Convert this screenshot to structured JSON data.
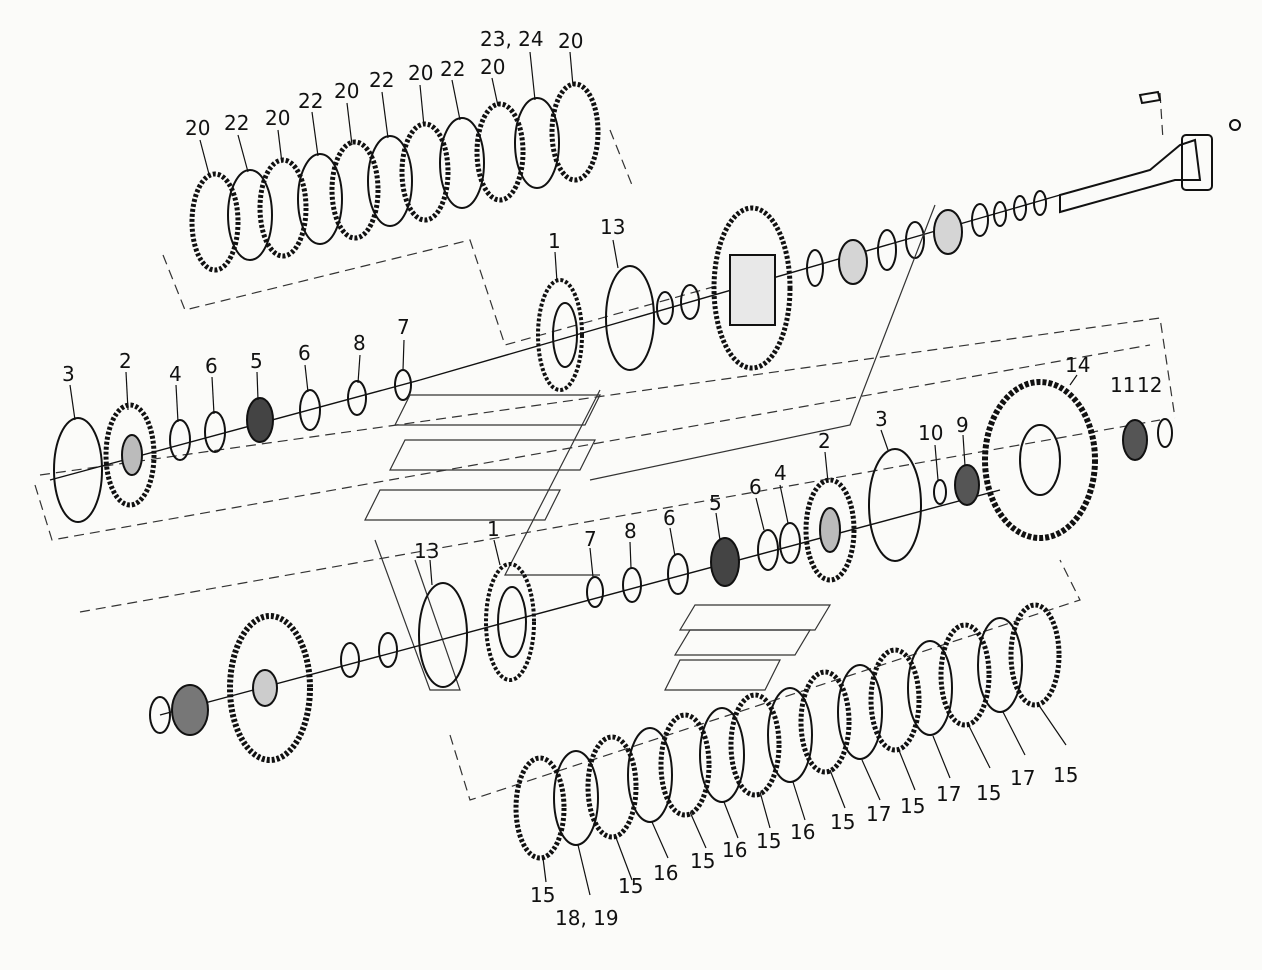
{
  "diagram": {
    "callouts": [
      {
        "id": "c20a",
        "text": "20"
      },
      {
        "id": "c22a",
        "text": "22"
      },
      {
        "id": "c20b",
        "text": "20"
      },
      {
        "id": "c22b",
        "text": "22"
      },
      {
        "id": "c20c",
        "text": "20"
      },
      {
        "id": "c22c",
        "text": "22"
      },
      {
        "id": "c20d",
        "text": "20"
      },
      {
        "id": "c22d",
        "text": "22"
      },
      {
        "id": "c20e",
        "text": "20"
      },
      {
        "id": "c2324",
        "text": "23, 24"
      },
      {
        "id": "c20f",
        "text": "20"
      },
      {
        "id": "u1",
        "text": "1"
      },
      {
        "id": "u13",
        "text": "13"
      },
      {
        "id": "u3",
        "text": "3"
      },
      {
        "id": "u2",
        "text": "2"
      },
      {
        "id": "u4",
        "text": "4"
      },
      {
        "id": "u6a",
        "text": "6"
      },
      {
        "id": "u5",
        "text": "5"
      },
      {
        "id": "u6b",
        "text": "6"
      },
      {
        "id": "u8",
        "text": "8"
      },
      {
        "id": "u7",
        "text": "7"
      },
      {
        "id": "l14",
        "text": "14"
      },
      {
        "id": "l11",
        "text": "11"
      },
      {
        "id": "l12",
        "text": "12"
      },
      {
        "id": "l3",
        "text": "3"
      },
      {
        "id": "l10",
        "text": "10"
      },
      {
        "id": "l9",
        "text": "9"
      },
      {
        "id": "l2",
        "text": "2"
      },
      {
        "id": "l6a",
        "text": "6"
      },
      {
        "id": "l4",
        "text": "4"
      },
      {
        "id": "l5",
        "text": "5"
      },
      {
        "id": "l6b",
        "text": "6"
      },
      {
        "id": "l8",
        "text": "8"
      },
      {
        "id": "l7",
        "text": "7"
      },
      {
        "id": "l1",
        "text": "1"
      },
      {
        "id": "l13",
        "text": "13"
      },
      {
        "id": "b15a",
        "text": "15"
      },
      {
        "id": "b1819",
        "text": "18, 19"
      },
      {
        "id": "b15b",
        "text": "15"
      },
      {
        "id": "b16a",
        "text": "16"
      },
      {
        "id": "b15c",
        "text": "15"
      },
      {
        "id": "b16b",
        "text": "16"
      },
      {
        "id": "b15d",
        "text": "15"
      },
      {
        "id": "b16c",
        "text": "16"
      },
      {
        "id": "b15e",
        "text": "15"
      },
      {
        "id": "b17a",
        "text": "17"
      },
      {
        "id": "b15f",
        "text": "15"
      },
      {
        "id": "b17b",
        "text": "17"
      },
      {
        "id": "b15g",
        "text": "15"
      },
      {
        "id": "b17c",
        "text": "17"
      },
      {
        "id": "b15h",
        "text": "15"
      }
    ]
  }
}
